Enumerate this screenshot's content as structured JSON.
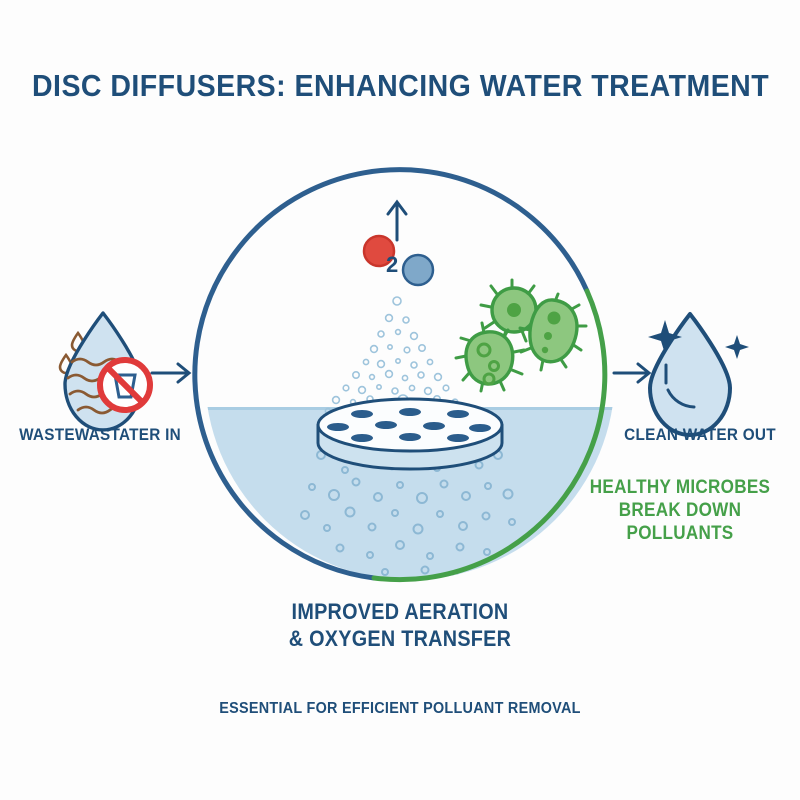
{
  "page": {
    "title": "DISC DIFFUSERS: ENHANCING WATER TREATMENT",
    "background_color": "#fdfdfd"
  },
  "colors": {
    "dark_blue": "#1f4e79",
    "ring_blue": "#2e5f8f",
    "green": "#45a049",
    "water_fill": "#c5dded",
    "droplet_fill": "#cfe2f0",
    "bubble_stroke": "#8db8d4",
    "brown": "#8a5a33",
    "red": "#e03b3b",
    "o2_red": "#e04a3f",
    "o2_blue": "#6f9fc4"
  },
  "left_stage": {
    "icon": "dirty-water-droplet-icon",
    "label": "WASTEWASTATER IN",
    "arrow": "arrow-right-icon"
  },
  "right_stage": {
    "icon": "clean-water-droplet-icon",
    "label": "CLEAN WATER OUT",
    "arrow": "arrow-right-icon"
  },
  "scene": {
    "ring_label": "process-circle",
    "oxygen": {
      "symbol": "O",
      "subscript": "2",
      "arrow": "arrow-up-icon"
    },
    "diffuser": "disc-diffuser",
    "microbes": "microbe-cluster",
    "water_surface": "water-line"
  },
  "captions": {
    "microbes_line1": "HEALTHY MICROBES",
    "microbes_line2": "BREAK DOWN POLLUANTS",
    "aeration_line1": "IMPROVED AERATION",
    "aeration_line2": "& OXYGEN TRANSFER",
    "footer": "ESSENTIAL FOR EFFICIENT POLLUANT REMOVAL"
  }
}
